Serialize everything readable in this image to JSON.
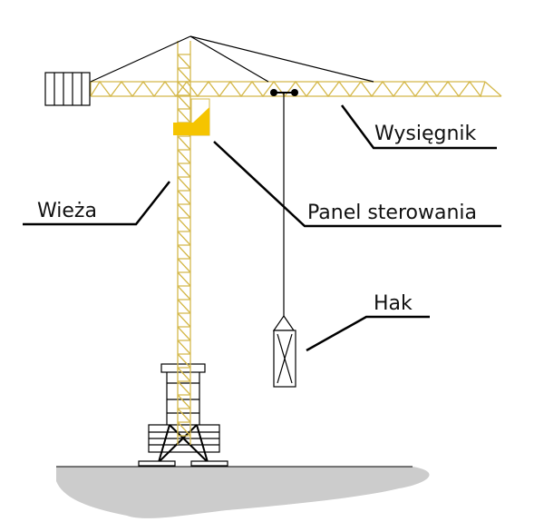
{
  "labels": {
    "jib": "Wysięgnik",
    "tower": "Wieża",
    "control_panel": "Panel sterowania",
    "hook": "Hak"
  },
  "colors": {
    "lattice": "#d4b84a",
    "cab": "#f5c400",
    "line": "#000000",
    "ground": "#cccccc"
  }
}
